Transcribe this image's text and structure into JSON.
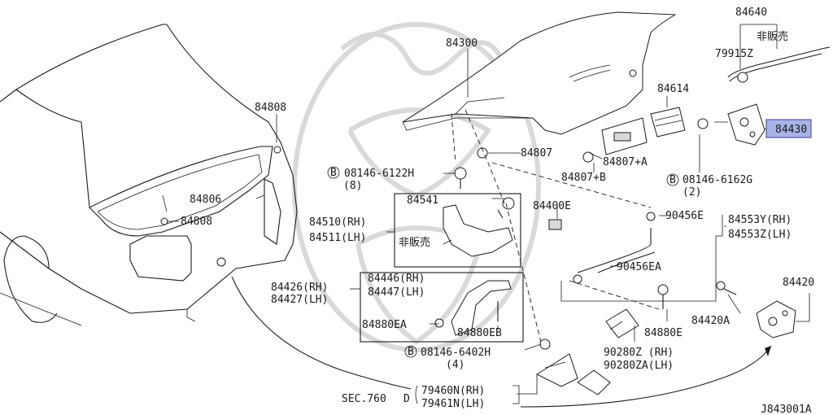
{
  "highlight_color": "#aab3e6",
  "labels": {
    "p84640": "84640",
    "hanbai_top": "非販売",
    "p79915z": "79915Z",
    "p84300": "84300",
    "p84614": "84614",
    "p84430": "84430",
    "p84808_a": "84808",
    "p84807": "84807",
    "p84807a": "84807+A",
    "p84807b": "84807+B",
    "bolt_6122h": "08146-6122H",
    "qty_8": "(8)",
    "bolt_6162g": "08146-6162G",
    "qty_2": "(2)",
    "p84806": "84806",
    "p84808_b": "84808",
    "p84541": "84541",
    "p84400e": "84400E",
    "p84510": "84510(RH)",
    "p84511": "84511(LH)",
    "hanbai_mid": "非販売",
    "p90456e": "90456E",
    "p84553y": "84553Y(RH)",
    "p84553z": "84553Z(LH)",
    "p90456ea": "90456EA",
    "p84426": "84426(RH)",
    "p84427": "84427(LH)",
    "p84446": "84446(RH)",
    "p84447": "84447(LH)",
    "p84880ea": "84880EA",
    "p84880eb": "84880EB",
    "p84420": "84420",
    "p84420a": "84420A",
    "p84880e": "84880E",
    "bolt_6402h": "08146-6402H",
    "qty_4": "(4)",
    "p90280z": "90280Z (RH)",
    "p90280za": "90280ZA(LH)",
    "sec760": "SEC.760",
    "sec_d": "D",
    "p79460n": "79460N(RH)",
    "p79461n": "79461N(LH)",
    "bolt_prefix": "B",
    "diagram_code": "J843001A"
  }
}
